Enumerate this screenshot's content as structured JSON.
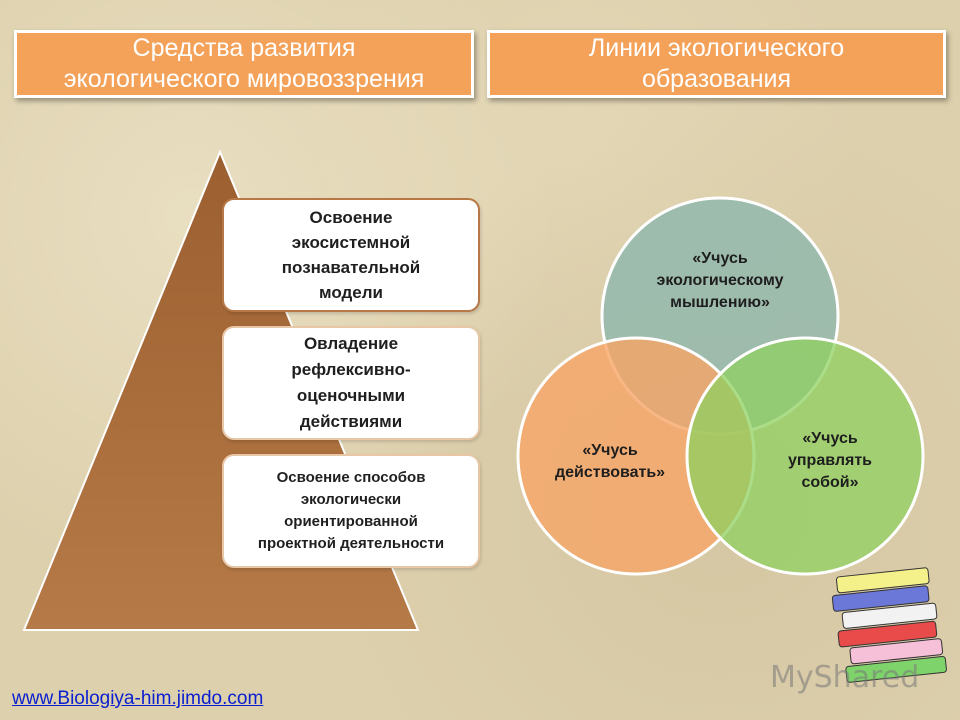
{
  "headers": {
    "left": "Средства развития\nэкологического мировоззрения",
    "right": "Линии экологического\nобразования"
  },
  "pyramid": {
    "levels": [
      "Освоение\nэкосистемной\nпознавательной\nмодели",
      "Овладение\nрефлексивно-\nоценочными\nдействиями",
      "Освоение способов\nэкологически\nориентированной\nпроектной деятельности"
    ]
  },
  "venn": {
    "circles": [
      {
        "label": "«Учусь\nэкологическому\nмышлению»",
        "color": "#93b8ad"
      },
      {
        "label": "«Учусь\nдействовать»",
        "color": "#f6a566"
      },
      {
        "label": "«Учусь\nуправлять\nсобой»",
        "color": "#8fd060"
      }
    ]
  },
  "footer": {
    "link": "www.Biologiya-him.jimdo.com",
    "watermark": "MyShared"
  },
  "colors": {
    "header_fill": "#f4a259",
    "pyramid_fill": "#a86a3a",
    "link": "#0a1fd0"
  },
  "icons": [
    "books-stack-icon",
    "myshared-logo-icon"
  ]
}
